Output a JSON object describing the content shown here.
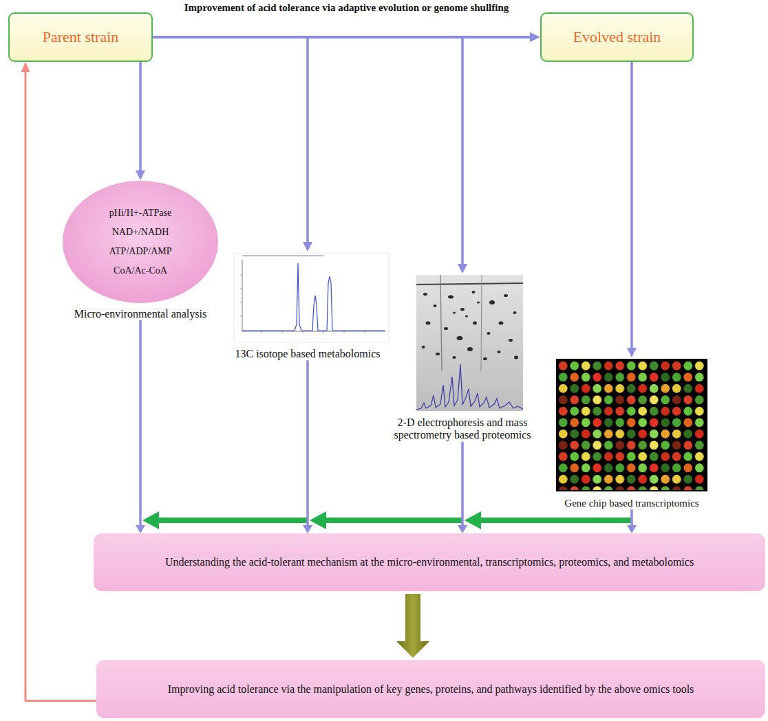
{
  "diagram": {
    "nodes": [
      {
        "text": [
          "Parent strain"
        ]
      },
      {
        "text": [
          "Evolved strain"
        ]
      },
      {
        "text": [
          "pHi/H+-ATPase",
          "NAD+/NADH",
          "ATP/ADP/AMP",
          "CoA/Ac-CoA",
          "Micro-environmental analysis"
        ]
      },
      {
        "text": [
          "13C isotope based metabolomics"
        ]
      },
      {
        "text": [
          "2-D electrophoresis and mass spectrometry based proteomics"
        ]
      },
      {
        "text": [
          "Gene chip based transcriptomics"
        ]
      },
      {
        "text": [
          "Understanding the acid-tolerant mechanism at the micro-environmental, transcriptomics, proteomics, and metabolomics"
        ]
      },
      {
        "text": [
          "Improving acid tolerance via the manipulation of key genes, proteins, and pathways identified by the above omics tools"
        ]
      }
    ],
    "edges": [
      {
        "from": 0,
        "to": 1,
        "label": "Improvement of acid tolerance via adaptive evolution or genome shullfing",
        "arrow": "to"
      },
      {
        "from": 0,
        "to": 2,
        "arrow": "to"
      },
      {
        "from": 0,
        "to": 3,
        "arrow": "to"
      },
      {
        "from": 0,
        "to": 4,
        "arrow": "to"
      },
      {
        "from": 1,
        "to": 5,
        "arrow": "to"
      },
      {
        "from": 2,
        "to": 6,
        "arrow": "to"
      },
      {
        "from": 3,
        "to": 6,
        "arrow": "to"
      },
      {
        "from": 4,
        "to": 6,
        "arrow": "to"
      },
      {
        "from": 5,
        "to": 6,
        "arrow": "to"
      },
      {
        "from": 5,
        "to": 4,
        "arrow": "to"
      },
      {
        "from": 4,
        "to": 3,
        "arrow": "to"
      },
      {
        "from": 3,
        "to": 2,
        "arrow": "to"
      },
      {
        "from": 6,
        "to": 7,
        "arrow": "to"
      },
      {
        "from": 7,
        "to": 0,
        "arrow": "to"
      }
    ]
  }
}
